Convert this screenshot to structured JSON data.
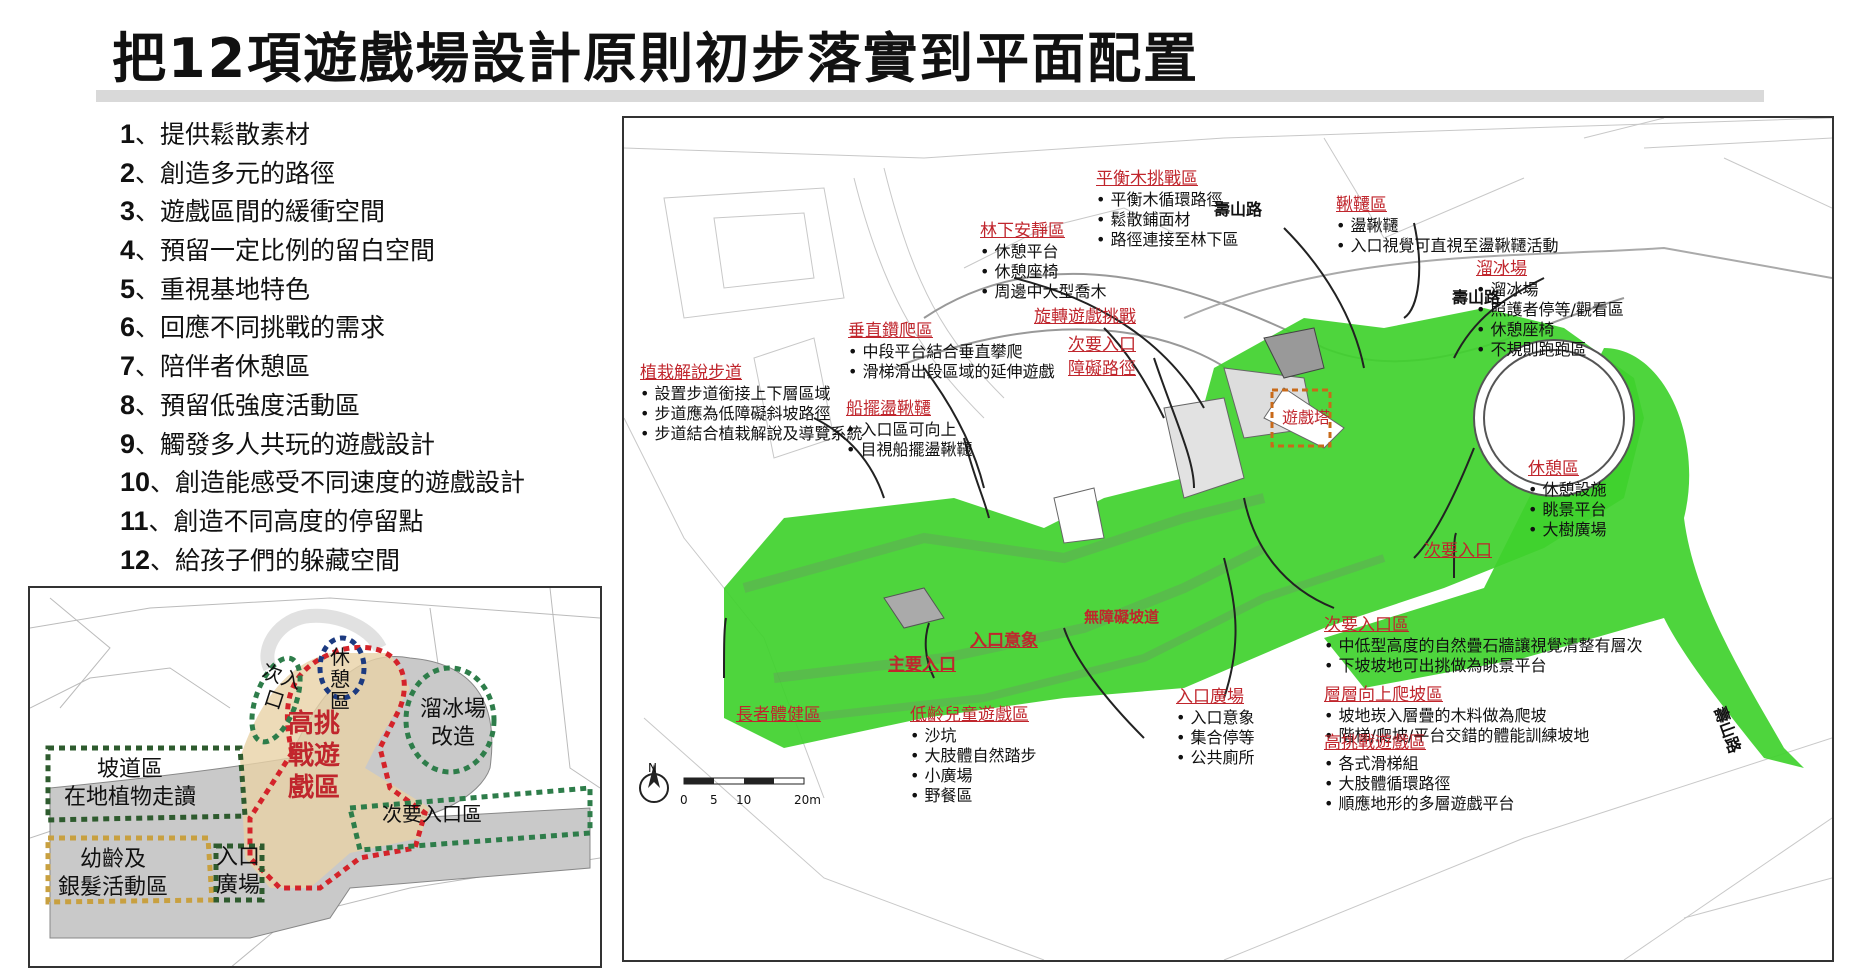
{
  "title": "把12項遊戲場設計原則初步落實到平面配置",
  "principles": [
    {
      "num": "1",
      "text": "、提供鬆散素材"
    },
    {
      "num": "2",
      "text": "、創造多元的路徑"
    },
    {
      "num": "3",
      "text": "、遊戲區間的緩衝空間"
    },
    {
      "num": "4",
      "text": "、預留一定比例的留白空間"
    },
    {
      "num": "5",
      "text": "、重視基地特色"
    },
    {
      "num": "6",
      "text": "、回應不同挑戰的需求"
    },
    {
      "num": "7",
      "text": "、陪伴者休憩區"
    },
    {
      "num": "8",
      "text": "、預留低強度活動區"
    },
    {
      "num": "9",
      "text": "、觸發多人共玩的遊戲設計"
    },
    {
      "num": "10",
      "text": "、創造能感受不同速度的遊戲設計"
    },
    {
      "num": "11",
      "text": "、創造不同高度的停留點"
    },
    {
      "num": "12",
      "text": "、給孩子們的躲藏空間"
    }
  ],
  "inset": {
    "slope": "坡道區\n在地植物走讀",
    "toddler": "幼齡及\n銀髮活動區",
    "plaza": "入口\n廣場",
    "challenge": "高挑\n戰遊\n戲區",
    "rest": "休\n憩\n區",
    "secondary_top": "次入\n口",
    "skating": "溜冰場\n改造",
    "secondary_right": "次要入口區"
  },
  "plan": {
    "road_top": "壽山路",
    "road_mid": "壽山路",
    "road_right": "壽山路",
    "game_tower": "遊戲塔",
    "main_entrance": "主要入口",
    "entrance_image": "入口意象",
    "barrier_free_slope": "無障礙坡道",
    "secondary_entrance_right": "次要入口",
    "scale": [
      "0",
      "5",
      "10",
      "20m"
    ],
    "north": "N",
    "callouts": [
      {
        "id": "balance",
        "head": "平衡木挑戰區",
        "items": [
          "平衡木循環路徑",
          "鬆散鋪面材",
          "路徑連接至林下區"
        ]
      },
      {
        "id": "swing",
        "head": "鞦韆區",
        "items": [
          "盪鞦韆",
          "入口視覺可直視至盪鞦韆活動"
        ]
      },
      {
        "id": "forest",
        "head": "林下安靜區",
        "items": [
          "休憩平台",
          "休憩座椅",
          "周邊中大型喬木"
        ]
      },
      {
        "id": "skate",
        "head": "溜冰場",
        "items": [
          "溜冰場",
          "照護者停等/觀看區",
          "休憩座椅",
          "不規則跑跑區"
        ]
      },
      {
        "id": "spin",
        "head": "旋轉遊戲挑戰",
        "items": []
      },
      {
        "id": "sec1",
        "head": "次要入口",
        "items": []
      },
      {
        "id": "barrier",
        "head": "障礙路徑",
        "items": []
      },
      {
        "id": "climb",
        "head": "垂直鑽爬區",
        "items": [
          "中段平台結合垂直攀爬",
          "滑梯滑出段區域的延伸遊戲"
        ]
      },
      {
        "id": "plant",
        "head": "植栽解說步道",
        "items": [
          "設置步道銜接上下層區域",
          "步道應為低障礙斜坡路徑",
          "步道結合植栽解說及導覽系統"
        ]
      },
      {
        "id": "boat",
        "head": "船擺盪鞦韆",
        "items": [
          "入口區可向上",
          "目視船擺盪鞦韆"
        ]
      },
      {
        "id": "rest",
        "head": "休憩區",
        "items": [
          "休憩設施",
          "眺景平台",
          "大樹廣場"
        ]
      },
      {
        "id": "sec2",
        "head": "次要入口區",
        "items": [
          "中低型高度的自然疊石牆讓視覺清整有層次",
          "下坡坡地可出挑做為眺景平台"
        ]
      },
      {
        "id": "layer",
        "head": "層層向上爬坡區",
        "items": [
          "坡地崁入層疊的木料做為爬坡",
          "階梯/爬坡/平台交錯的體能訓練坡地"
        ]
      },
      {
        "id": "plaza",
        "head": "入口廣場",
        "items": [
          "入口意象",
          "集合停等",
          "公共廁所"
        ]
      },
      {
        "id": "elder",
        "head": "長者體健區",
        "items": []
      },
      {
        "id": "kids",
        "head": "低齡兒童遊戲區",
        "items": [
          "沙坑",
          "大肢體自然踏步",
          "小廣場",
          "野餐區"
        ]
      },
      {
        "id": "high",
        "head": "高挑戰遊戲區",
        "items": [
          "各式滑梯組",
          "大肢體循環路徑",
          "順應地形的多層遊戲平台"
        ]
      }
    ]
  },
  "colors": {
    "green": "#3fd12c",
    "red": "#c0262d",
    "sand": "#e8d2a6"
  }
}
